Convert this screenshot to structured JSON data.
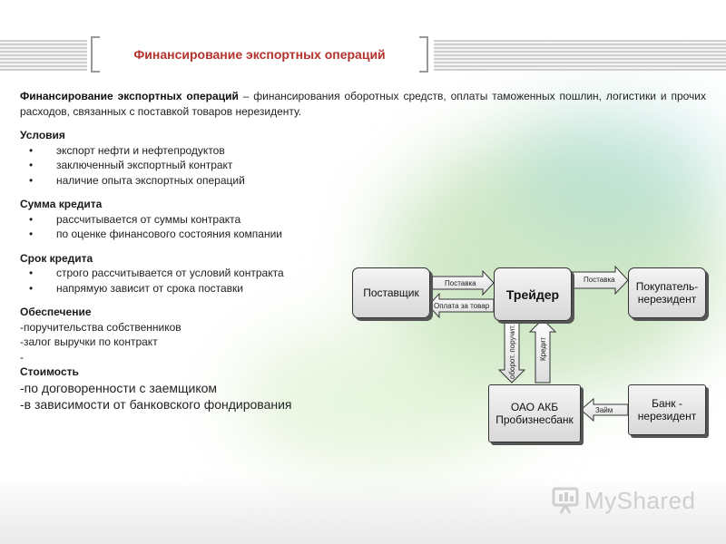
{
  "title": "Финансирование экспортных операций",
  "intro": {
    "term": "Финансирование экспортных операций",
    "definition": " – финансирования оборотных средств, оплаты таможенных пошлин, логистики и прочих расходов, связанных с поставкой товаров нерезиденту."
  },
  "sections": {
    "conditions": {
      "heading": "Условия",
      "items": [
        "экспорт нефти и нефтепродуктов",
        "заключенный экспортный контракт",
        "наличие опыта экспортных операций"
      ]
    },
    "amount": {
      "heading": "Сумма кредита",
      "items": [
        "рассчитывается от суммы контракта",
        "по оценке финансового состояния компании"
      ]
    },
    "term": {
      "heading": "Срок кредита",
      "items": [
        "строго рассчитывается от условий контракта",
        "напрямую зависит от срока поставки"
      ]
    },
    "collateral": {
      "heading": "Обеспечение",
      "lines": [
        "-поручительства собственников",
        "-залог выручки по контракт",
        "-"
      ]
    },
    "cost": {
      "heading": "Стоимость",
      "lines": [
        "-по договоренности с заемщиком",
        "-в зависимости от банковского фондирования"
      ]
    }
  },
  "diagram": {
    "supplier": "Поставщик",
    "trader": "Трейдер",
    "buyer": "Покупатель-нерезидент",
    "bank": "ОАО АКБ Пробизнесбанк",
    "foreign_bank": "Банк - нерезидент",
    "arrow_supply_in": "Поставка",
    "arrow_payment": "Оплата за товар",
    "arrow_supply_out": "Поставка",
    "arrow_turnover": "оборот. поручит.",
    "arrow_credit": "Кредит",
    "arrow_loan": "Займ"
  },
  "watermark": {
    "brand": "MyShared"
  }
}
